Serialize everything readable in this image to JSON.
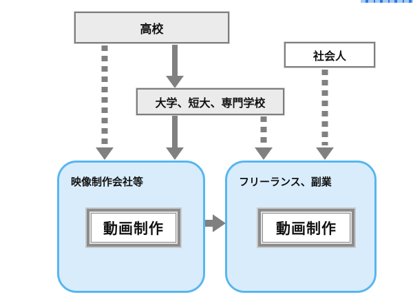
{
  "diagram": {
    "nodes": {
      "high_school": {
        "label": "高校"
      },
      "university": {
        "label": "大学、短大、専門学校"
      },
      "adult": {
        "label": "社会人"
      },
      "left_container": {
        "label": "映像制作会社等",
        "inner_label": "動画制作"
      },
      "right_container": {
        "label": "フリーランス、副業",
        "inner_label": "動画制作"
      }
    },
    "edges": [
      {
        "from": "high_school",
        "to": "left_container",
        "style": "dashed"
      },
      {
        "from": "high_school",
        "to": "university",
        "style": "solid"
      },
      {
        "from": "university",
        "to": "left_container",
        "style": "solid"
      },
      {
        "from": "university",
        "to": "right_container",
        "style": "dashed"
      },
      {
        "from": "adult",
        "to": "right_container",
        "style": "dashed"
      },
      {
        "from": "left_container",
        "to": "right_container",
        "style": "solid"
      }
    ],
    "colors": {
      "gray_box_fill": "#ebebeb",
      "gray_box_border": "#7d7d7d",
      "arrow_gray": "#808080",
      "blue_fill": "#d9ecfc",
      "blue_border": "#56b6ef",
      "frame_gray": "#8c8c8c",
      "selection_light": "#a5cbf5",
      "selection_dark": "#2e78e8"
    }
  }
}
